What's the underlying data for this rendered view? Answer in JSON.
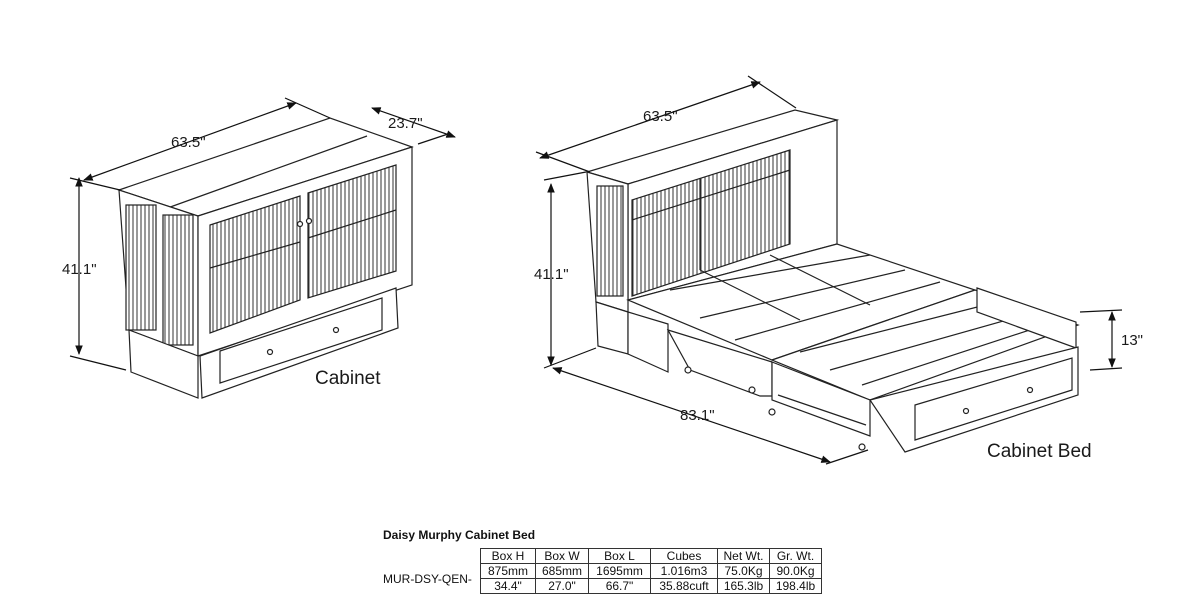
{
  "cabinet": {
    "caption": "Cabinet",
    "width": "63.5\"",
    "depth": "23.7\"",
    "height": "41.1\""
  },
  "cabinet_bed": {
    "caption": "Cabinet Bed",
    "width": "63.5\"",
    "height": "41.1\"",
    "length": "83.1\"",
    "bed_height": "13\""
  },
  "specs": {
    "title": "Daisy Murphy Cabinet Bed",
    "model": "MUR-DSY-QEN-",
    "headers": [
      "Box H",
      "Box W",
      "Box L",
      "Cubes",
      "Net Wt.",
      "Gr. Wt."
    ],
    "rows": [
      [
        "875mm",
        "685mm",
        "1695mm",
        "1.016m3",
        "75.0Kg",
        "90.0Kg"
      ],
      [
        "34.4\"",
        "27.0\"",
        "66.7\"",
        "35.88cuft",
        "165.3lb",
        "198.4lb"
      ]
    ]
  }
}
